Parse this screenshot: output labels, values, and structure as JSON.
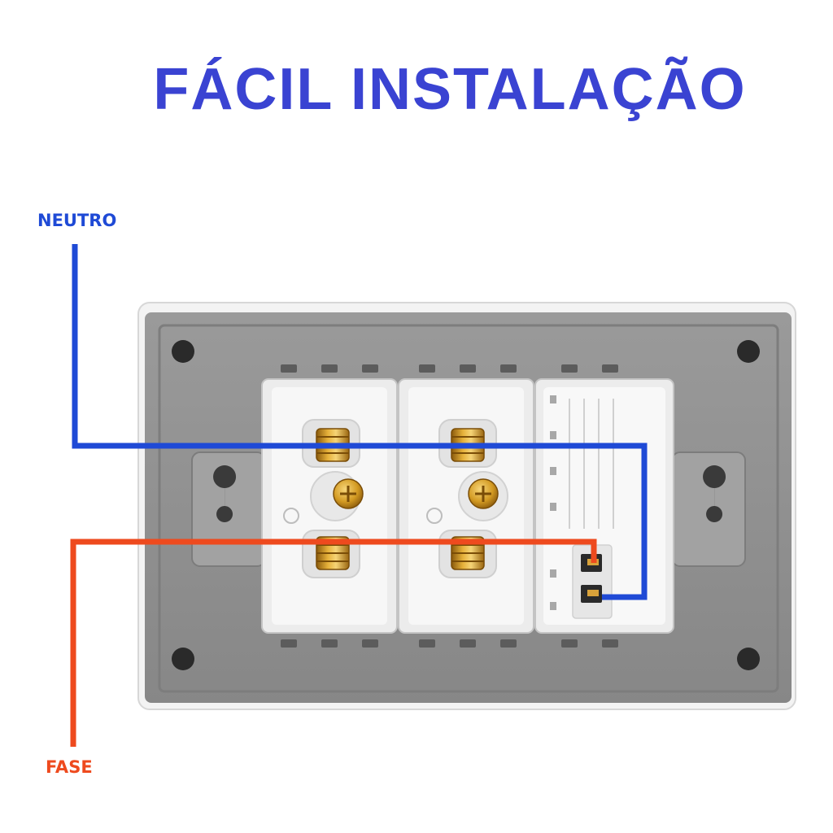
{
  "title": "FÁCIL INSTALAÇÃO",
  "labels": {
    "neutral": "NEUTRO",
    "phase": "FASE"
  },
  "colors": {
    "title": "#3a43d2",
    "neutral_wire": "#1f4ad6",
    "phase_wire": "#ee4a1e",
    "plate_frame": "#f2f2f2",
    "plate_back": "#8e8e8e",
    "module_body": "#f4f4f4",
    "terminal_brass": "#c9931c"
  },
  "components": {
    "outlets": [
      "outlet-left",
      "outlet-middle"
    ],
    "switch": "switch-right"
  }
}
